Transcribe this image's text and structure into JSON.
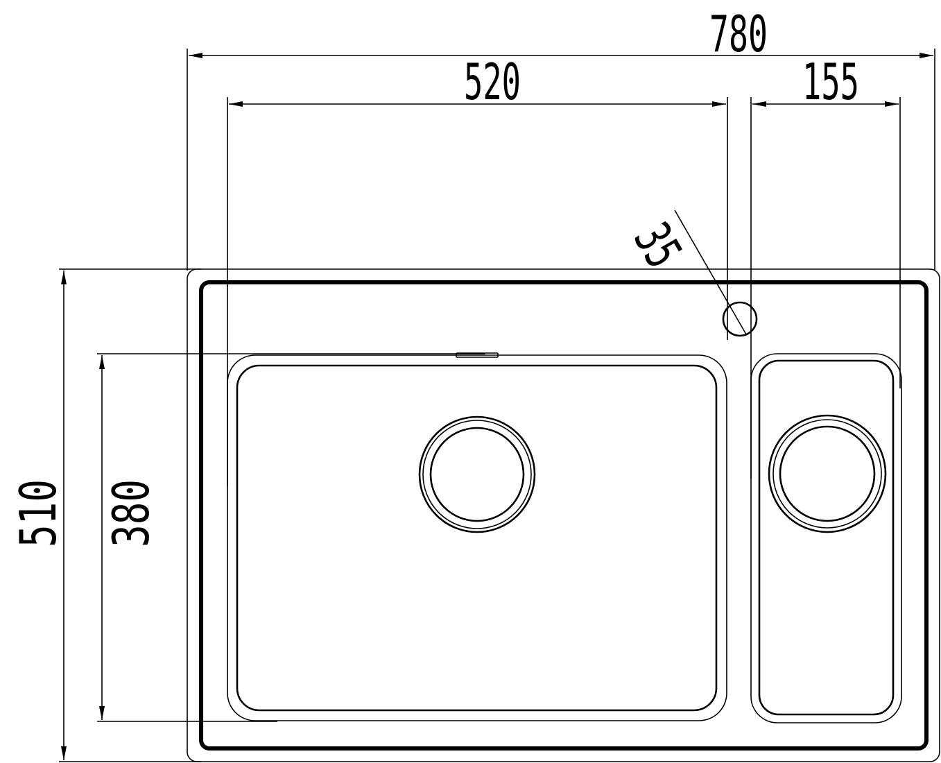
{
  "dimensions": {
    "overall_width": "780",
    "main_bowl_width": "520",
    "small_bowl_width": "155",
    "tap_hole_diameter": "35",
    "overall_depth": "510",
    "bowl_depth": "380"
  },
  "colors": {
    "line": "#000000",
    "background": "#ffffff"
  }
}
